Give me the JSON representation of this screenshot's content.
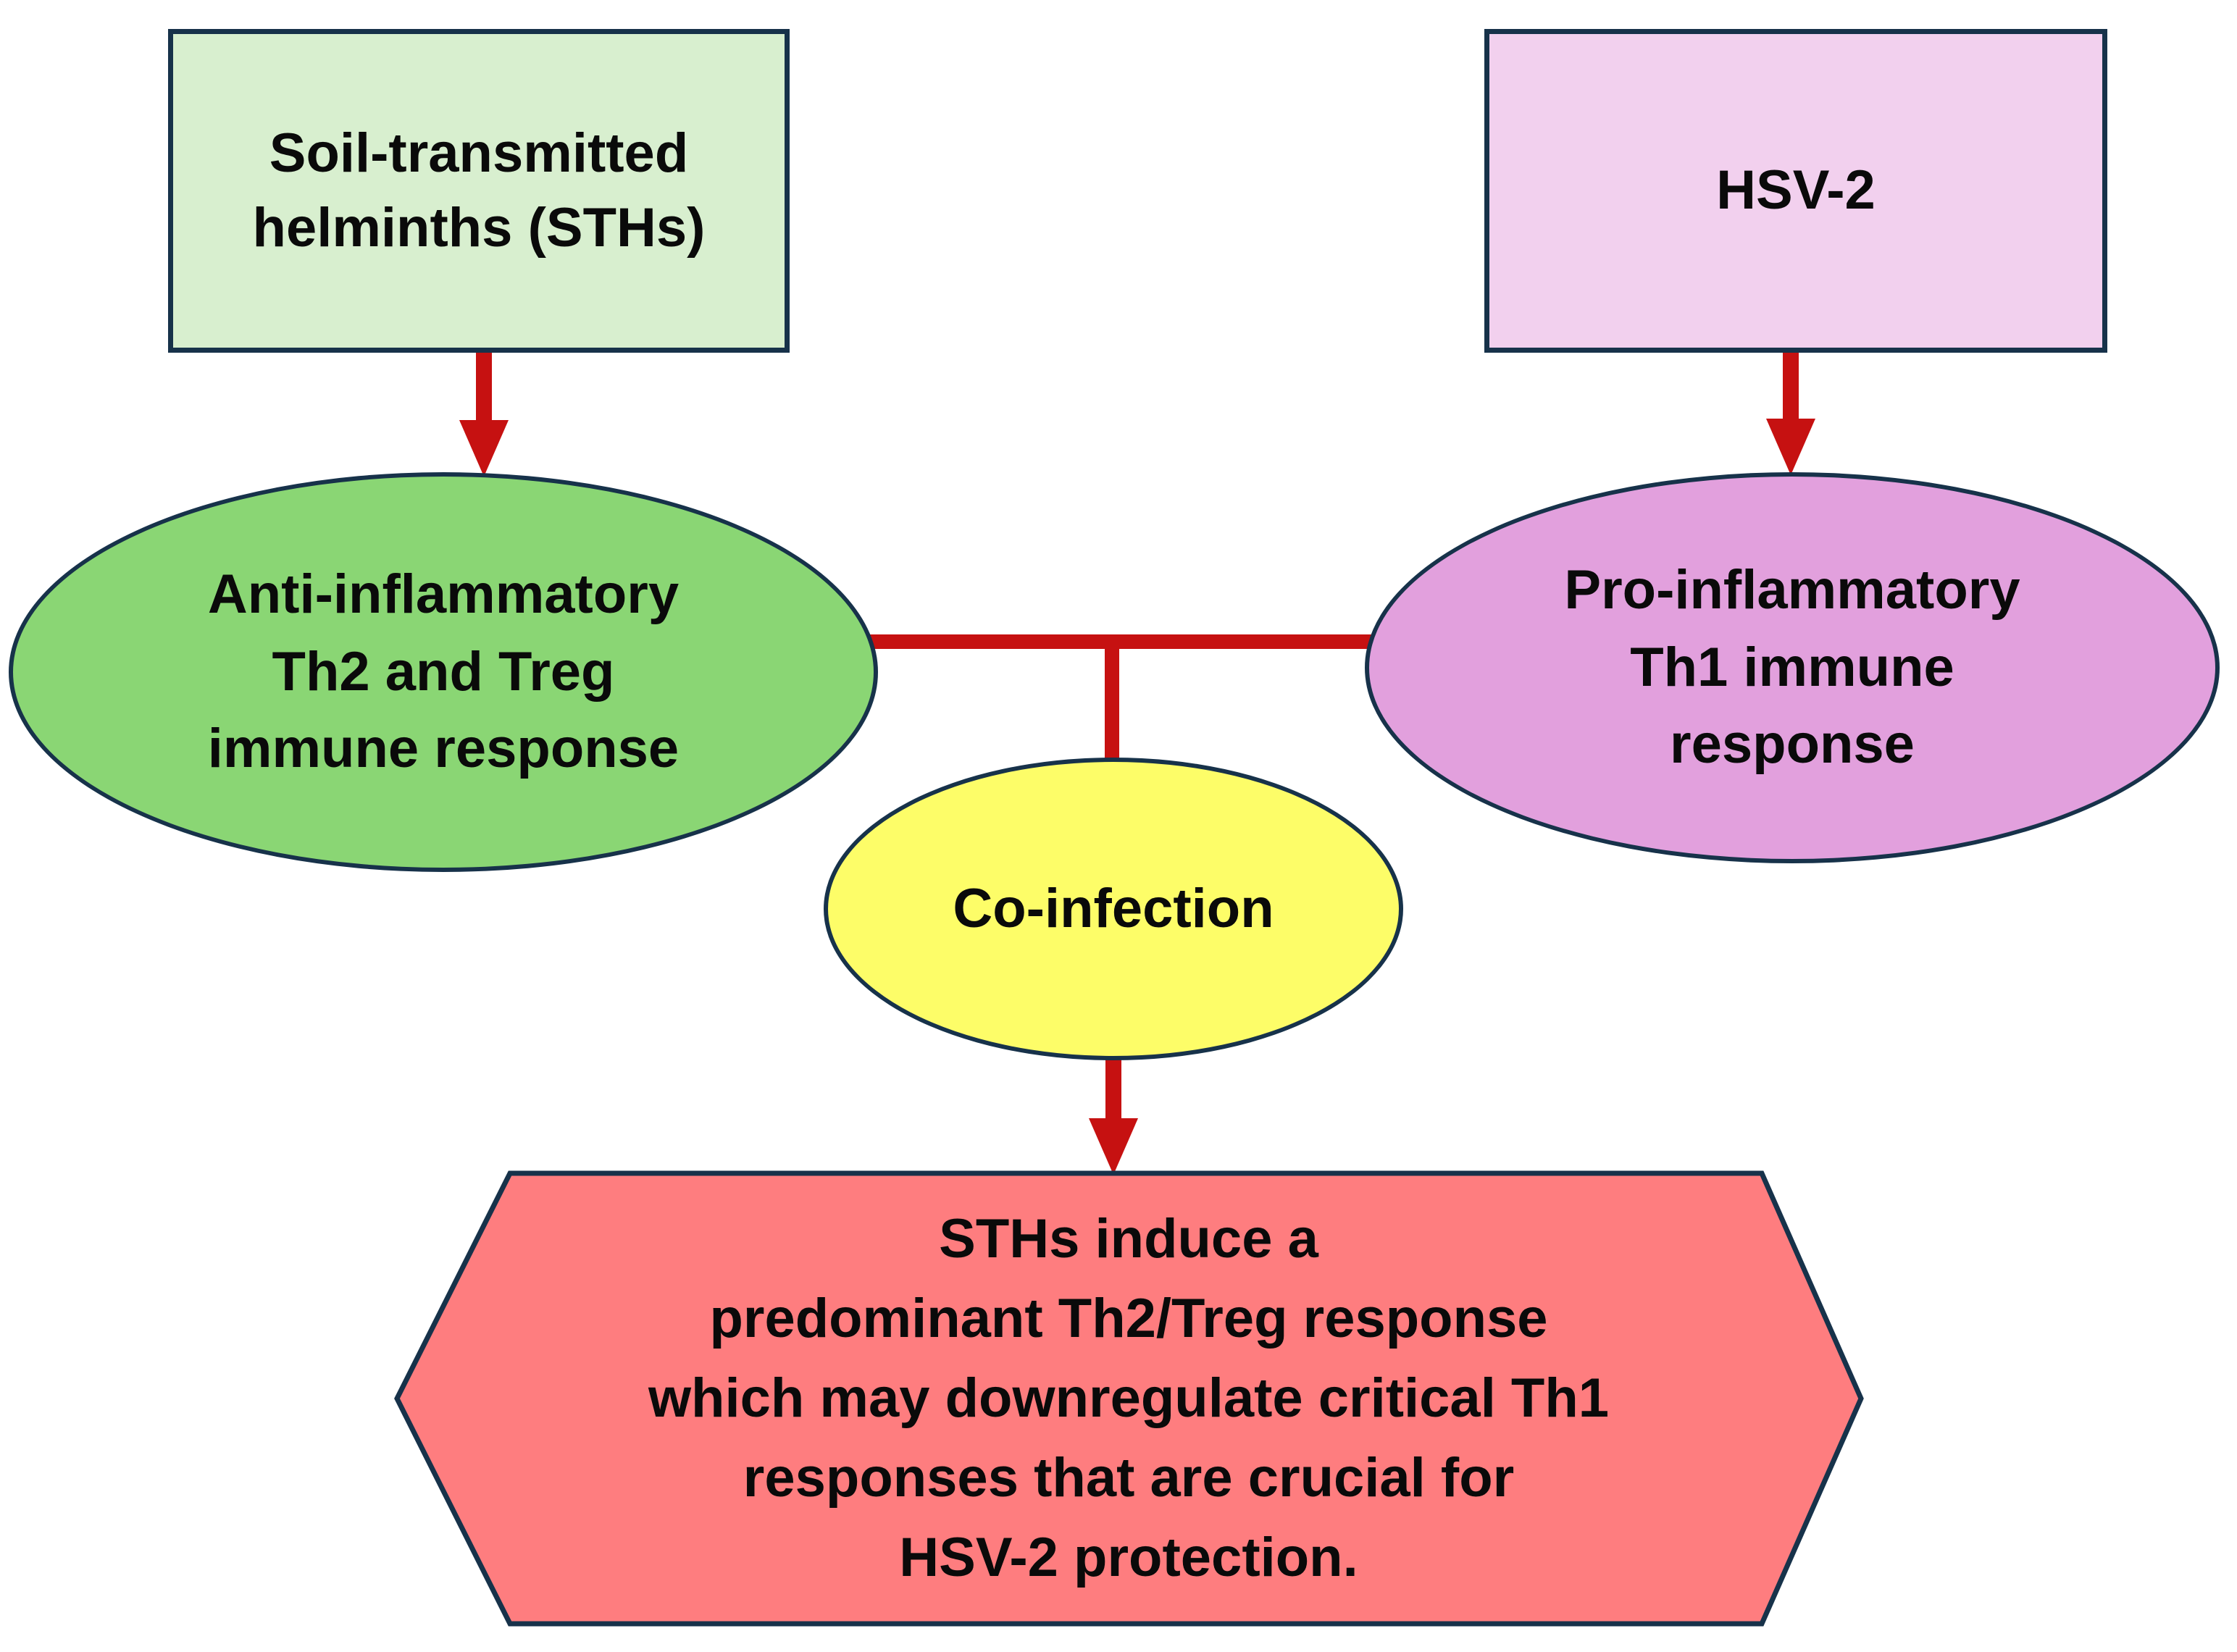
{
  "palette": {
    "border_navy": "#17324a",
    "connector_red": "#c61111",
    "sth_box_fill": "#d8efcf",
    "hsv_box_fill": "#f2d0ee",
    "th2_ellipse_fill": "#8ad674",
    "th1_ellipse_fill": "#e2a0dd",
    "coinfection_ellipse_fill": "#fdfd68",
    "outcome_hexagon_fill": "#fe7d7f"
  },
  "nodes": {
    "sth": {
      "lines": [
        "Soil-transmitted",
        "helminths (STHs)"
      ]
    },
    "hsv2": {
      "label": "HSV-2"
    },
    "th2": {
      "lines": [
        "Anti-inflammatory",
        "Th2 and Treg",
        "immune response"
      ]
    },
    "th1": {
      "lines": [
        "Pro-inflammatory",
        "Th1 immune",
        "response"
      ]
    },
    "coinfection": {
      "label": "Co-infection"
    },
    "outcome": {
      "lines": [
        "STHs induce a",
        "predominant Th2/Treg response",
        "which may downregulate critical Th1",
        "responses that are crucial for",
        "HSV-2 protection."
      ]
    }
  }
}
